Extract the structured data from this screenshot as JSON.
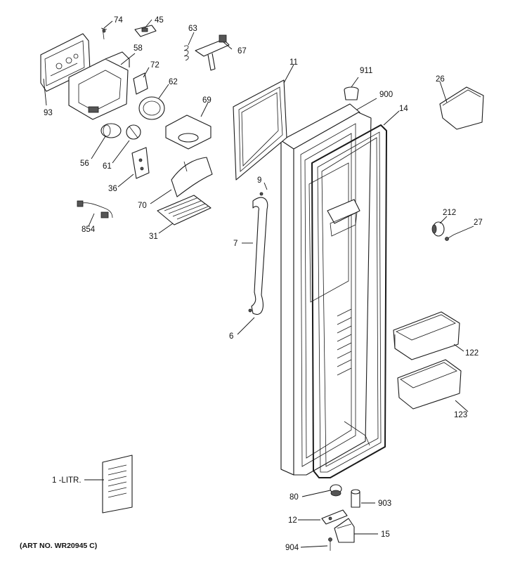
{
  "diagram": {
    "art_number": "(ART NO. WR20945 C)",
    "callouts": {
      "c74": "74",
      "c45": "45",
      "c63": "63",
      "c67": "67",
      "c58": "58",
      "c72": "72",
      "c62": "62",
      "c11": "11",
      "c911": "911",
      "c900": "900",
      "c14": "14",
      "c26": "26",
      "c69": "69",
      "c93": "93",
      "c56": "56",
      "c61": "61",
      "c36": "36",
      "c70": "70",
      "c854": "854",
      "c31": "31",
      "c9": "9",
      "c7": "7",
      "c6": "6",
      "c212": "212",
      "c27": "27",
      "c122": "122",
      "c123": "123",
      "c1litr": "1 -LITR.",
      "c80": "80",
      "c903": "903",
      "c12": "12",
      "c15": "15",
      "c904": "904"
    }
  }
}
